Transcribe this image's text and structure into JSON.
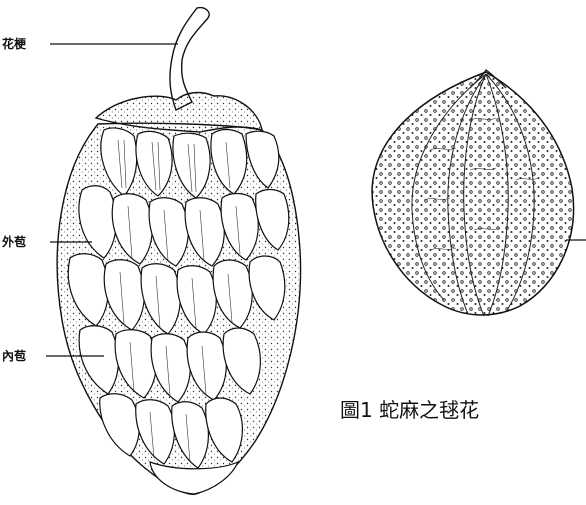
{
  "labels": {
    "stalk": "花梗",
    "outer_bract": "外苞",
    "inner_bract": "內苞"
  },
  "caption": "圖1 蛇麻之毬花"
}
